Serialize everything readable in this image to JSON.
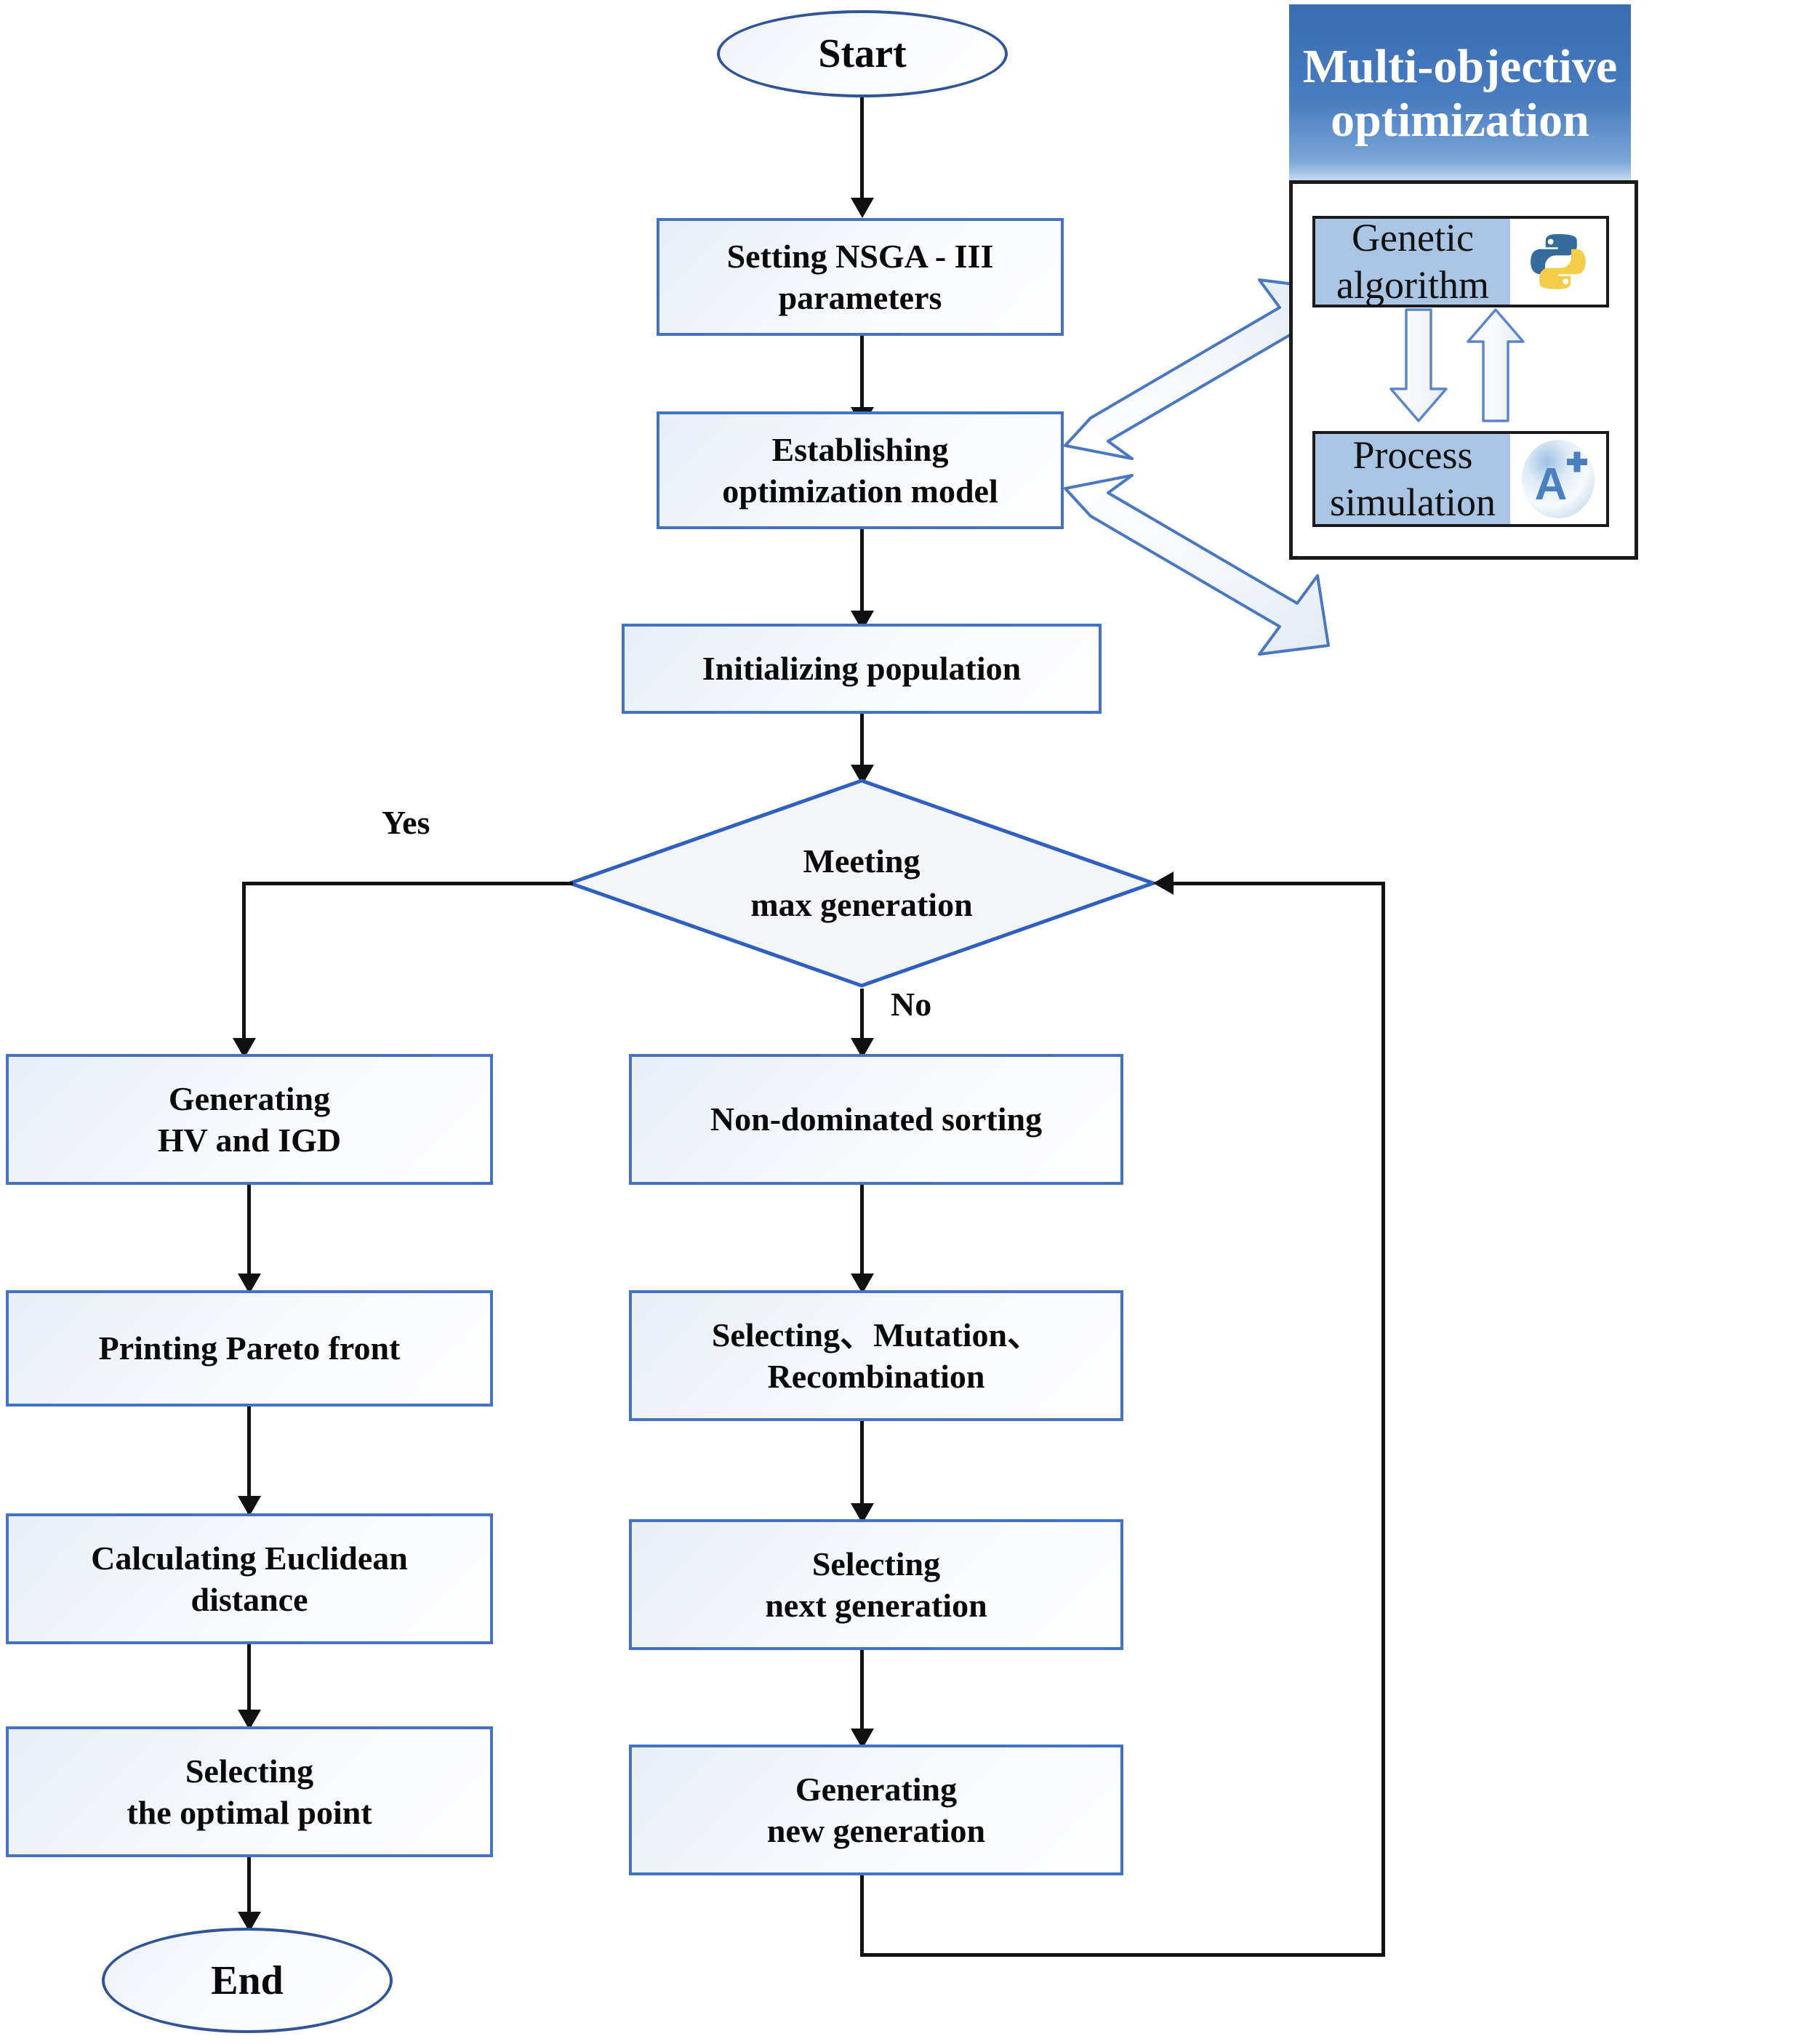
{
  "diagram": {
    "title": "NSGA-III multi-objective optimization flowchart",
    "accent_blue": "#4472c4",
    "terminator_blue": "#2f5597",
    "panel_header_blue": "#3a6cb4",
    "tool_fill_blue": "#a9c5e3",
    "line_black": "#111111"
  },
  "nodes": {
    "start": "Start",
    "setting_params": "Setting NSGA - III\nparameters",
    "setting_params_line1": "Setting NSGA - III",
    "setting_params_line2": "parameters",
    "establishing_model_line1": "Establishing",
    "establishing_model_line2": "optimization model",
    "init_population": "Initializing population",
    "decision_line1": "Meeting",
    "decision_line2": "max generation",
    "generating_hv_igd_line1": "Generating",
    "generating_hv_igd_line2": "HV and IGD",
    "printing_pareto": "Printing Pareto front",
    "calculating_euclidean_line1": "Calculating Euclidean",
    "calculating_euclidean_line2": "distance",
    "selecting_optimal_line1": "Selecting",
    "selecting_optimal_line2": "the optimal point",
    "end": "End",
    "non_dominated_sorting": "Non-dominated sorting",
    "selecting_mutation_line1": "Selecting、Mutation、",
    "selecting_mutation_line2": "Recombination",
    "selecting_next_gen_line1": "Selecting",
    "selecting_next_gen_line2": "next generation",
    "generating_new_gen_line1": "Generating",
    "generating_new_gen_line2": "new generation"
  },
  "edges": {
    "yes_label": "Yes",
    "no_label": "No"
  },
  "panel": {
    "header_line1": "Multi-objective",
    "header_line2": "optimization",
    "tools": [
      {
        "label_line1": "Genetic",
        "label_line2": "algorithm",
        "logo": "python-logo-icon"
      },
      {
        "label_line1": "Process",
        "label_line2": "simulation",
        "logo": "aspen-plus-logo-icon"
      }
    ]
  }
}
